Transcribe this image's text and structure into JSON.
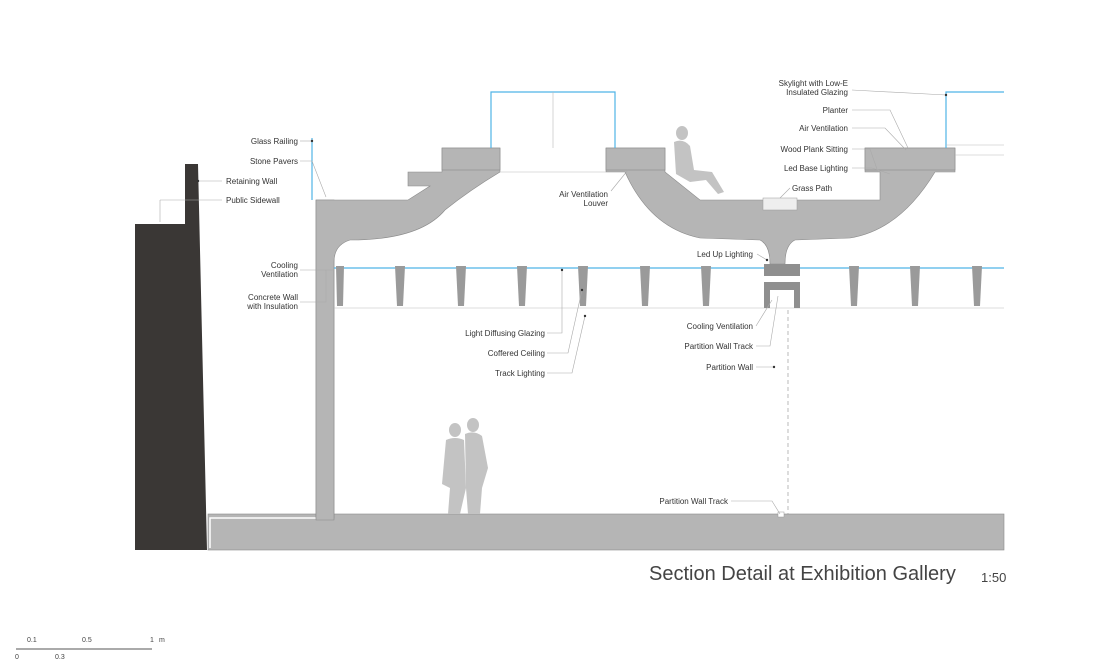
{
  "title": "Section Detail at Exhibition Gallery",
  "scale": "1:50",
  "labels": {
    "glass_railing": "Glass Railing",
    "stone_pavers": "Stone Pavers",
    "retaining_wall": "Retaining Wall",
    "public_sidewall": "Public Sidewall",
    "cooling_ventilation_left": [
      "Cooling",
      "Ventilation"
    ],
    "concrete_wall": [
      "Concrete Wall",
      "with Insulation"
    ],
    "air_ventilation_louver": [
      "Air Ventilation",
      "Louver"
    ],
    "skylight": [
      "Skylight with Low-E",
      "Insulated  Glazing"
    ],
    "planter": "Planter",
    "air_ventilation": "Air Ventilation",
    "wood_plank": "Wood Plank Sitting",
    "led_base": "Led Base Lighting",
    "grass_path": "Grass Path",
    "led_up": "Led Up Lighting",
    "light_diffusing": "Light Diffusing Glazing",
    "coffered_ceiling": "Coffered Ceiling",
    "track_lighting": "Track Lighting",
    "cooling_ventilation_right": "Cooling Ventilation",
    "partition_track_top": "Partition Wall Track",
    "partition_wall": "Partition Wall",
    "partition_track_bottom": "Partition Wall Track"
  },
  "scale_bar": {
    "top_ticks": [
      "0.1",
      "0.5",
      "1"
    ],
    "unit": "m",
    "bottom_ticks": [
      "0",
      "0.3"
    ]
  },
  "colors": {
    "concrete": "#b5b5b5",
    "retaining_wall": "#3a3735",
    "glazing": "#4fb3e6"
  }
}
